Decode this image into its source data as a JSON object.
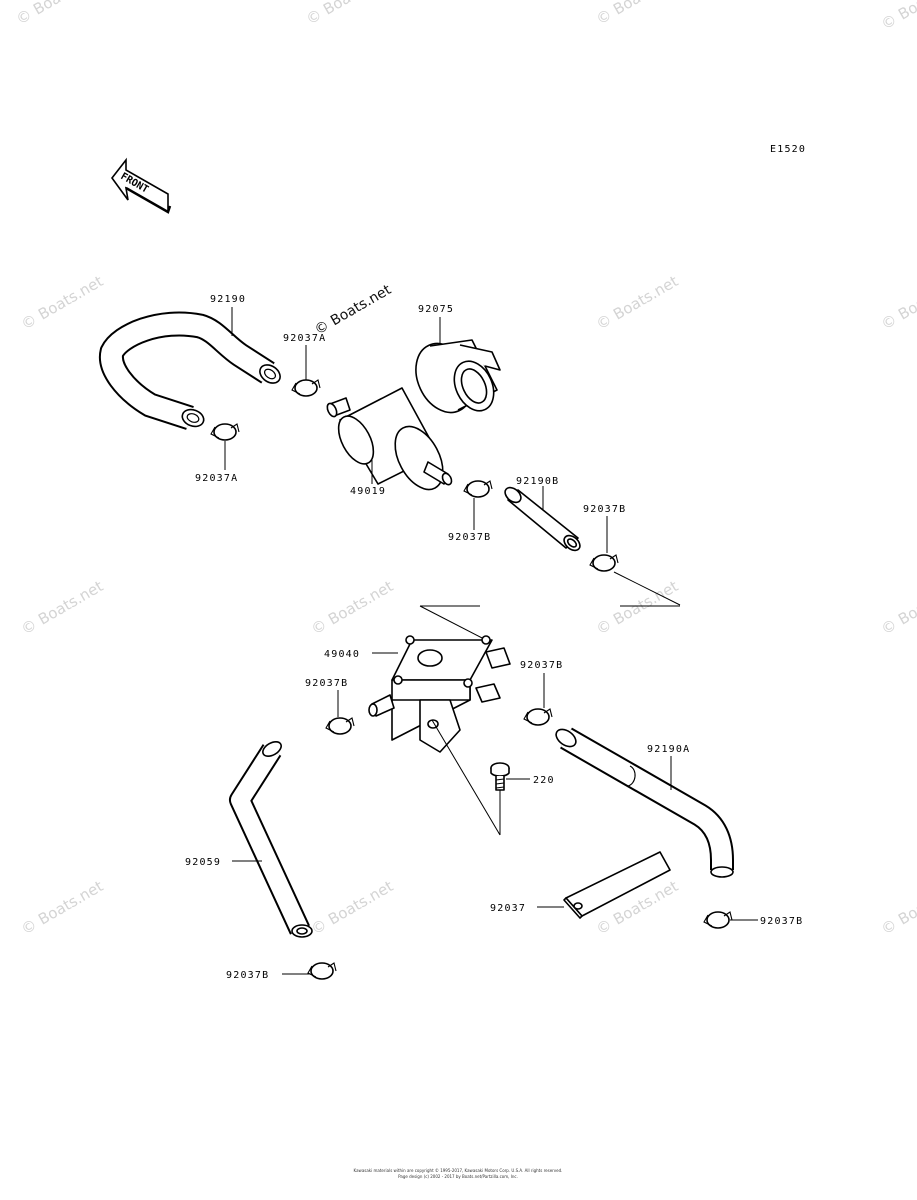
{
  "diagram_code": "E1520",
  "front_label": "FRONT",
  "watermark_text": "© Boats.net",
  "copyright": [
    "Kawasaki materials within are copyright © 1995-2017, Kawasaki Motors Corp. U.S.A. All rights reserved.",
    "Page design (c) 2002 - 2017 by Boats.net/Partzilla.com, Inc."
  ],
  "parts": {
    "hose_92190": "92190",
    "clamp_92037a_top": "92037A",
    "clamp_92037a_bottom": "92037A",
    "filter_holder": "92075",
    "fuel_filter": "49019",
    "clamp_92037b_filter": "92037B",
    "hose_92190b": "92190B",
    "clamp_92037b_right": "92037B",
    "fuel_pump": "49040",
    "clamp_92037b_pump_left": "92037B",
    "clamp_92037b_pump_right": "92037B",
    "hose_92190a": "92190A",
    "bolt": "220",
    "hose_92059": "92059",
    "bracket_92037": "92037",
    "clamp_92037b_lower_right": "92037B",
    "clamp_92037b_lower_left": "92037B"
  }
}
